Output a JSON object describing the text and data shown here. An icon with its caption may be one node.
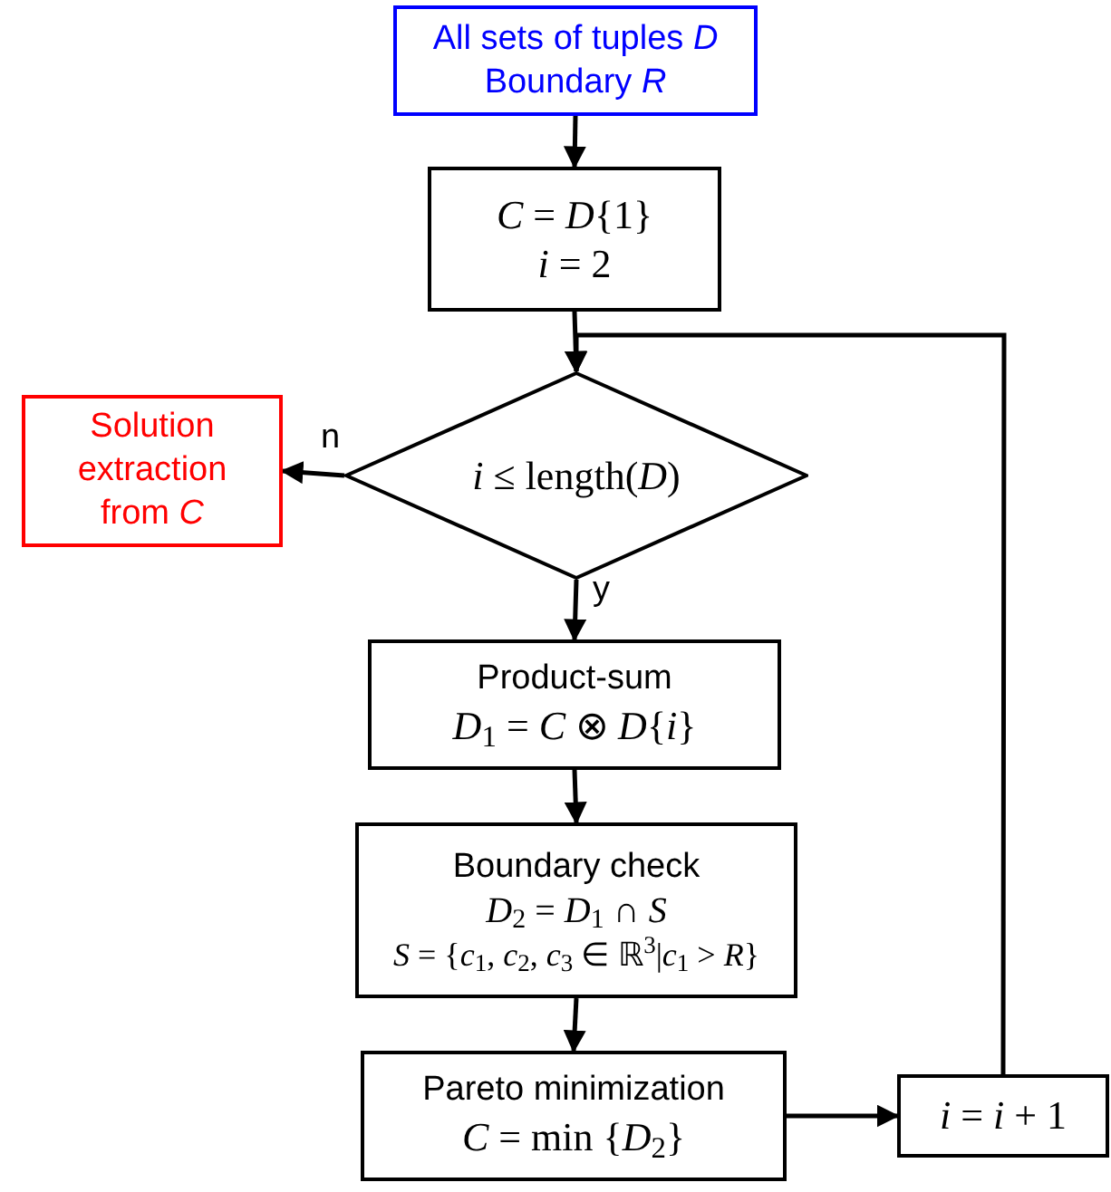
{
  "diagram": {
    "nodes": [
      {
        "text": [
          "All sets of tuples *D*",
          "Boundary *R*"
        ]
      },
      {
        "text": [
          "*C* = *D*{1}",
          "*i* = 2"
        ]
      },
      {
        "text": [
          "*i* ≤ length(*D*)"
        ]
      },
      {
        "text": [
          "Solution extraction from *C*"
        ]
      },
      {
        "text": [
          "Product-sum",
          "*D*$_{1}$ = *C* ⊗ *D*{*i*}"
        ]
      },
      {
        "text": [
          "Boundary check",
          "*D*$_{2}$ = *D*$_{1}$ ∩ *S*",
          "*S* = {*c*$_{1}$, *c*$_{2}$, *c*$_{3}$ ∈ ℝ$^{3}$|*c*$_{1}$ > *R*}"
        ]
      },
      {
        "text": [
          "Pareto minimization",
          "*C* = min {*D*$_{2}$}"
        ]
      },
      {
        "text": [
          "*i* = *i* + 1"
        ]
      }
    ],
    "edges": [
      {
        "from": 0,
        "to": 1,
        "arrow": "to"
      },
      {
        "from": 1,
        "to": 2,
        "arrow": "to"
      },
      {
        "from": 2,
        "to": 3,
        "arrow": "to",
        "label": "n"
      },
      {
        "from": 2,
        "to": 4,
        "arrow": "to",
        "label": "y"
      },
      {
        "from": 4,
        "to": 5,
        "arrow": "to"
      },
      {
        "from": 5,
        "to": 6,
        "arrow": "to"
      },
      {
        "from": 6,
        "to": 7,
        "arrow": "to"
      },
      {
        "from": 7,
        "to": 2,
        "arrow": "to"
      }
    ]
  }
}
